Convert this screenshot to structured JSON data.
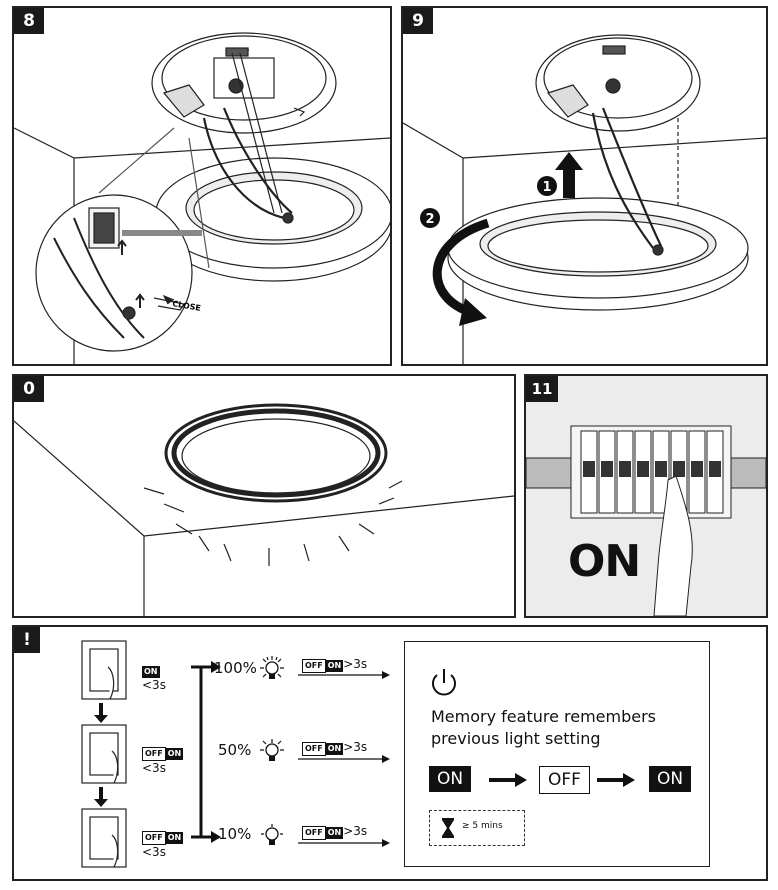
{
  "panels": {
    "p8": {
      "number": "8"
    },
    "p9": {
      "number": "9",
      "step1": "1",
      "step2": "2"
    },
    "p10": {
      "number": "0"
    },
    "p11": {
      "number": "11",
      "on_label": "ON"
    },
    "info": {
      "number": "!"
    }
  },
  "fig8": {
    "close_label": "CLOSE"
  },
  "switches": [
    {
      "tag_off": "",
      "tag_on": "ON",
      "time": "<3s"
    },
    {
      "tag_off": "OFF",
      "tag_on": "ON",
      "time": "<3s"
    },
    {
      "tag_off": "OFF",
      "tag_on": "ON",
      "time": "<3s"
    }
  ],
  "levels": [
    {
      "percent": "100%",
      "tag_off": "OFF",
      "tag_on": "ON",
      "time": ">3s"
    },
    {
      "percent": "50%",
      "tag_off": "OFF",
      "tag_on": "ON",
      "time": ">3s"
    },
    {
      "percent": "10%",
      "tag_off": "OFF",
      "tag_on": "ON",
      "time": ">3s"
    }
  ],
  "memory": {
    "line1": "Memory feature remembers",
    "line2": "previous light setting",
    "seq": [
      "ON",
      "OFF",
      "ON"
    ],
    "timer": "≥ 5 mins"
  }
}
